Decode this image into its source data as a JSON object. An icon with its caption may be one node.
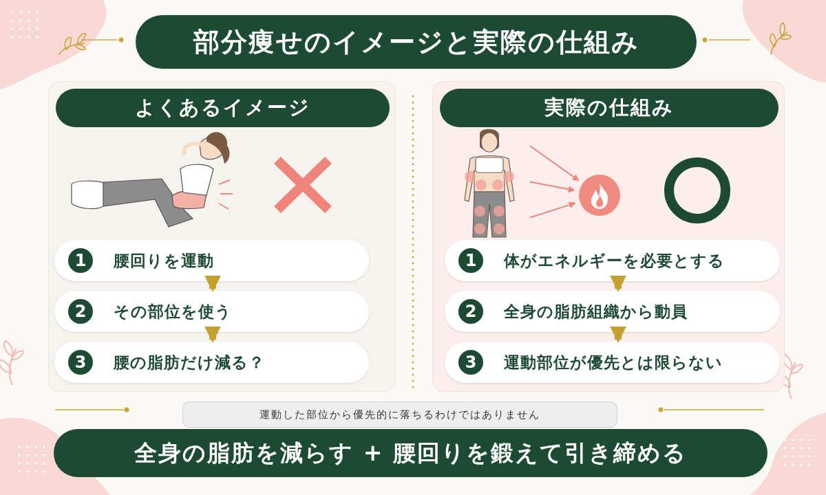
{
  "diagram": {
    "title": "部分痩せのイメージと実際の仕組み",
    "nodes": [
      {
        "text": [
          "よくあるイメージ"
        ]
      },
      {
        "text": [
          "1",
          "腰回りを運動"
        ],
        "in": 0
      },
      {
        "text": [
          "2",
          "その部位を使う"
        ],
        "in": 0
      },
      {
        "text": [
          "3",
          "腰の脂肪だけ減る？"
        ],
        "in": 0
      },
      {
        "text": [
          "実際の仕組み"
        ]
      },
      {
        "text": [
          "1",
          "体がエネルギーを必要とする"
        ],
        "in": 4
      },
      {
        "text": [
          "2",
          "全身の脂肪組織から動員"
        ],
        "in": 4
      },
      {
        "text": [
          "3",
          "運動部位が優先とは限らない"
        ],
        "in": 4
      },
      {
        "text": [
          "運動した部位から優先的に落ちるわけではありません"
        ]
      },
      {
        "text": [
          "全身の脂肪を減らす + 腰回りを鍛えて引き締める"
        ]
      },
      {
        "text": [],
        "shape": "person",
        "in": 4
      },
      {
        "text": [],
        "shape": "picture",
        "in": 4
      },
      {
        "text": [],
        "shape": "cross",
        "in": 0
      },
      {
        "text": [],
        "shape": "circle",
        "in": 4
      }
    ],
    "edges": [
      {
        "from": 1,
        "to": 2,
        "arrow": "to"
      },
      {
        "from": 2,
        "to": 3,
        "arrow": "to"
      },
      {
        "from": 5,
        "to": 6,
        "arrow": "to"
      },
      {
        "from": 6,
        "to": 7,
        "arrow": "to"
      },
      {
        "from": 10,
        "to": 11,
        "arrow": "to",
        "color": "#f0877c"
      },
      {
        "from": 10,
        "to": 11,
        "arrow": "to",
        "color": "#f0877c"
      },
      {
        "from": 10,
        "to": 11,
        "arrow": "to",
        "color": "#f0877c"
      }
    ]
  }
}
